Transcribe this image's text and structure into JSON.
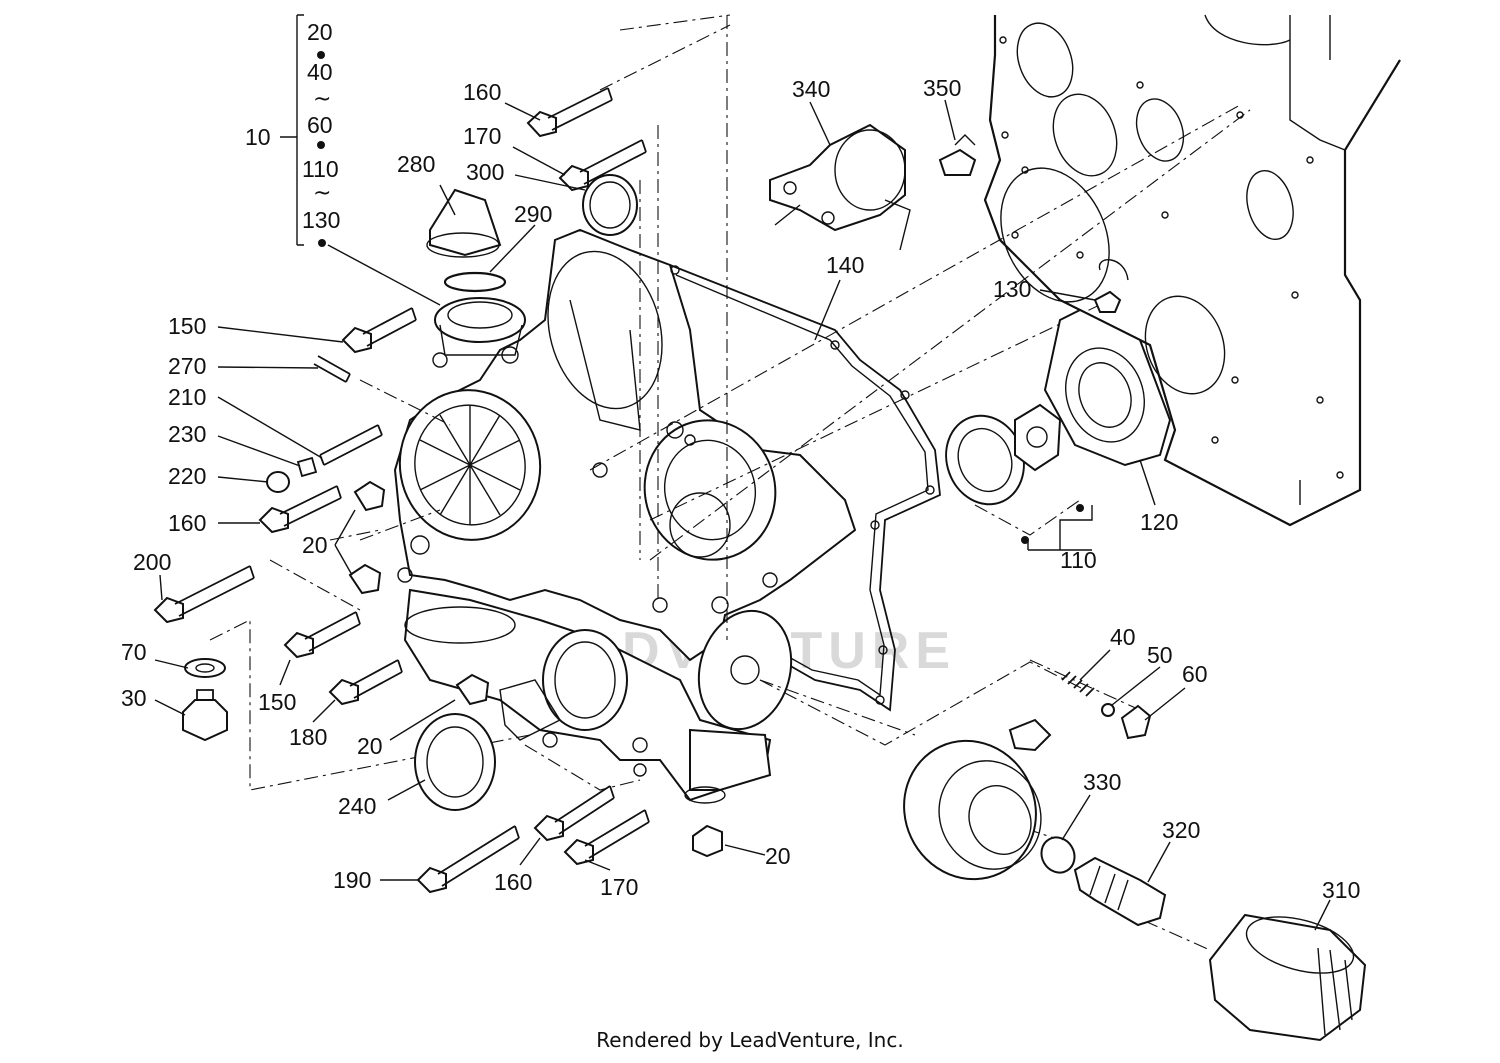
{
  "diagram": {
    "watermark": "LEADVENTURE",
    "footer": "Rendered by LeadVenture, Inc.",
    "group_10": {
      "label": "10",
      "members": [
        "20",
        "40",
        "60",
        "110",
        "130"
      ],
      "range_marker": "~"
    },
    "labels": [
      {
        "id": "160-top",
        "text": "160"
      },
      {
        "id": "170-top",
        "text": "170"
      },
      {
        "id": "280",
        "text": "280"
      },
      {
        "id": "300",
        "text": "300"
      },
      {
        "id": "290",
        "text": "290"
      },
      {
        "id": "340",
        "text": "340"
      },
      {
        "id": "350",
        "text": "350"
      },
      {
        "id": "140",
        "text": "140"
      },
      {
        "id": "130",
        "text": "130"
      },
      {
        "id": "150-top",
        "text": "150"
      },
      {
        "id": "270",
        "text": "270"
      },
      {
        "id": "210",
        "text": "210"
      },
      {
        "id": "230",
        "text": "230"
      },
      {
        "id": "220",
        "text": "220"
      },
      {
        "id": "160-mid",
        "text": "160"
      },
      {
        "id": "20-left",
        "text": "20"
      },
      {
        "id": "200",
        "text": "200"
      },
      {
        "id": "70",
        "text": "70"
      },
      {
        "id": "30",
        "text": "30"
      },
      {
        "id": "150-low",
        "text": "150"
      },
      {
        "id": "180",
        "text": "180"
      },
      {
        "id": "20-mid",
        "text": "20"
      },
      {
        "id": "240",
        "text": "240"
      },
      {
        "id": "190",
        "text": "190"
      },
      {
        "id": "160-bottom",
        "text": "160"
      },
      {
        "id": "170-bottom",
        "text": "170"
      },
      {
        "id": "20-bottom",
        "text": "20"
      },
      {
        "id": "110",
        "text": "110"
      },
      {
        "id": "120",
        "text": "120"
      },
      {
        "id": "40",
        "text": "40"
      },
      {
        "id": "50",
        "text": "50"
      },
      {
        "id": "60",
        "text": "60"
      },
      {
        "id": "330",
        "text": "330"
      },
      {
        "id": "320",
        "text": "320"
      },
      {
        "id": "310",
        "text": "310"
      }
    ]
  }
}
